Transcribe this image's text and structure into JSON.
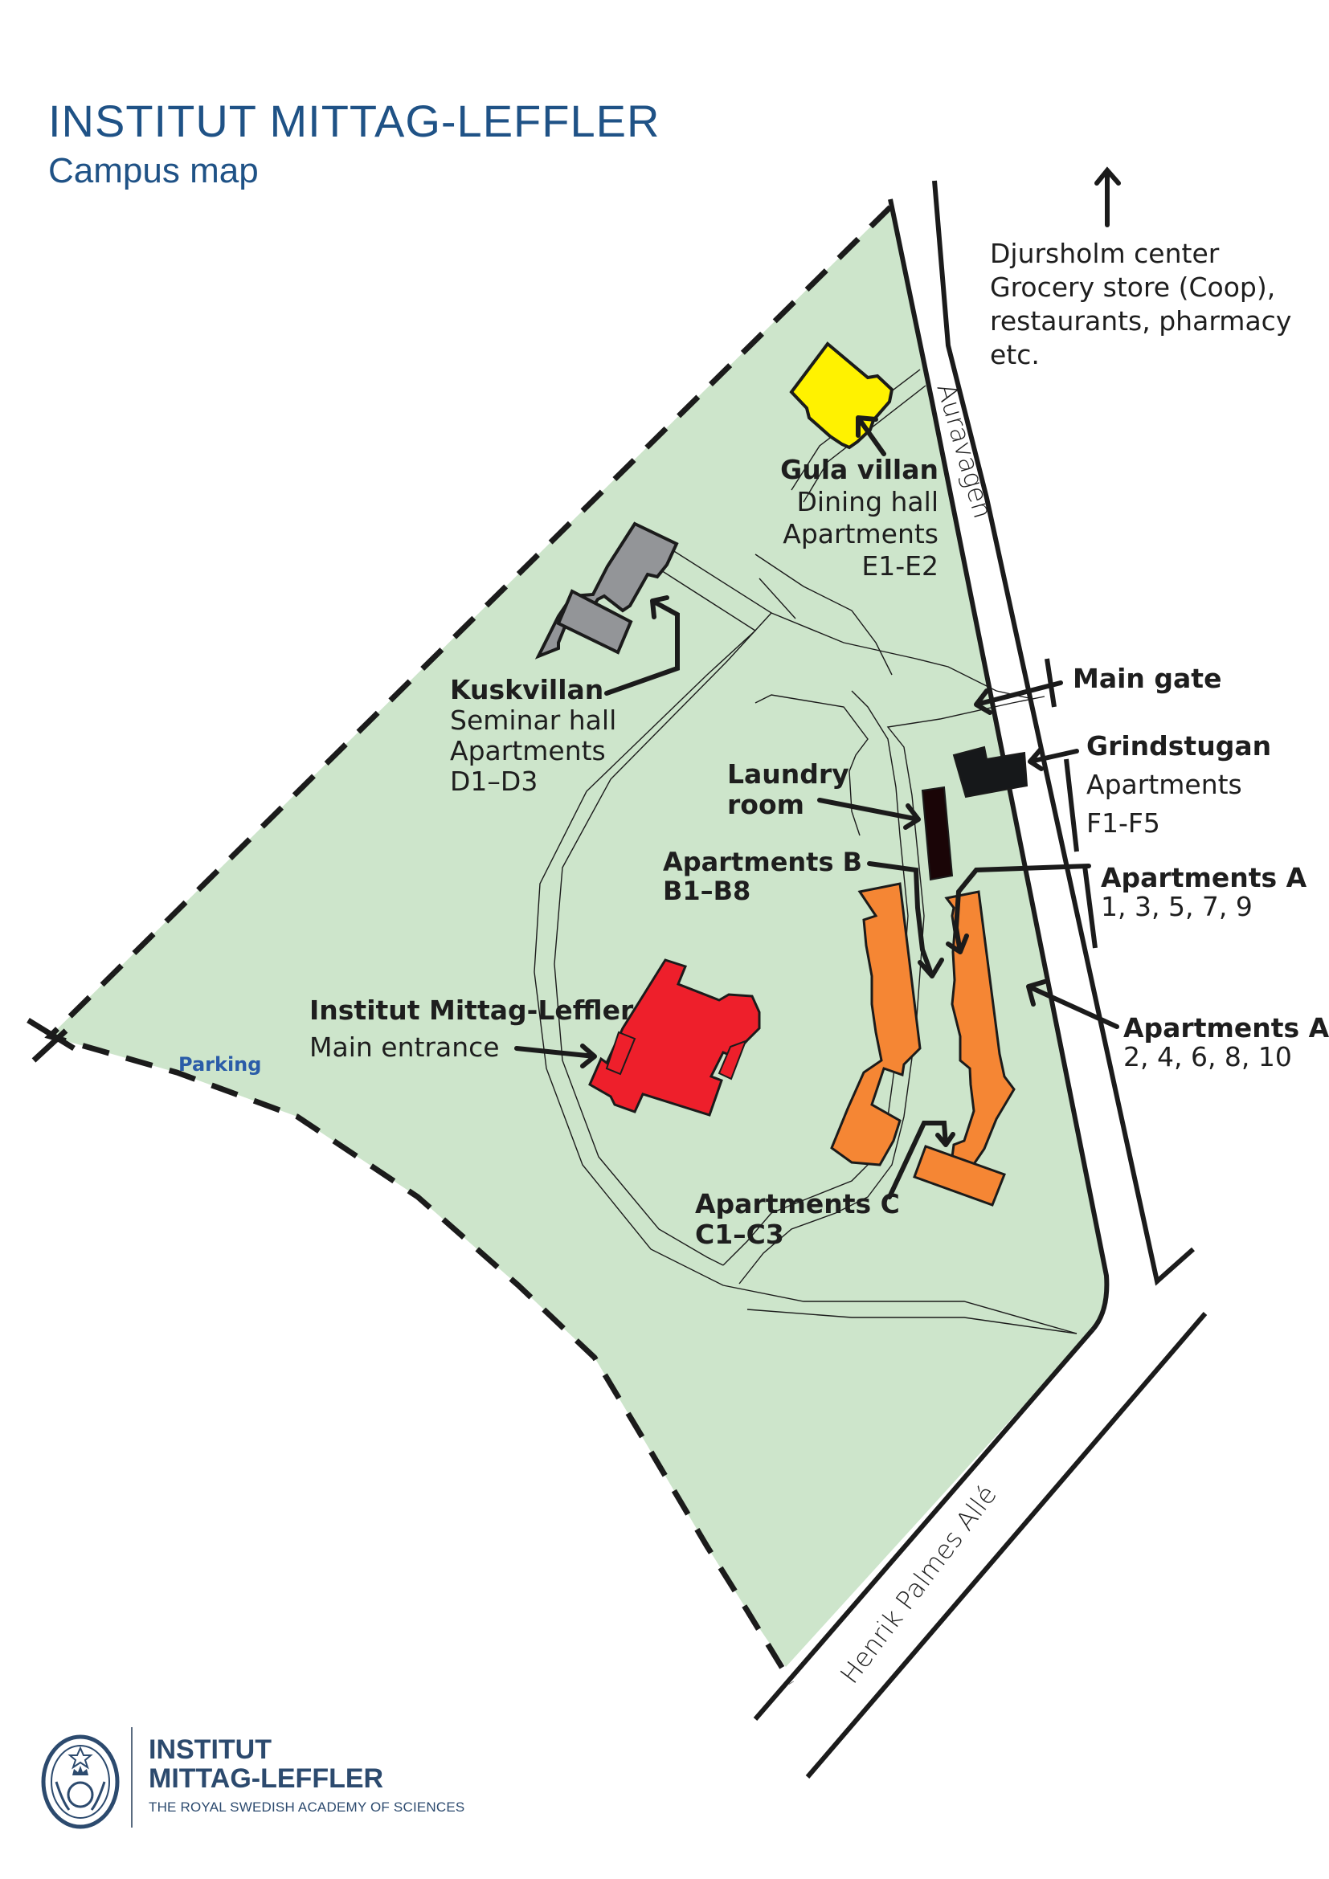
{
  "header": {
    "title": "INSTITUT MITTAG-LEFFLER",
    "subtitle": "Campus map"
  },
  "colors": {
    "title_blue": "#1f5286",
    "campus_green": "#cde5cb",
    "main_building_red": "#ee1f2b",
    "gula_villan_yellow": "#fff200",
    "kuskvillan_grey": "#939598",
    "apartments_orange": "#f58634",
    "laundry_dark": "#1a0507",
    "grindstugan_dark": "#16181a",
    "parking_blue": "#2a5ca8",
    "logo_blue": "#2c4a6e"
  },
  "direction": {
    "arrow": "north-arrow-icon",
    "heading": "Djursholm center",
    "lines": [
      "Grocery store (Coop),",
      "restaurants, pharmacy",
      "etc."
    ]
  },
  "streets": {
    "auravagen": "Auravägen",
    "henrik_palmes": "Henrik Palmes Allé"
  },
  "places": {
    "gula_villan": {
      "name": "Gula villan",
      "lines": [
        "Dining hall",
        "Apartments",
        "E1-E2"
      ]
    },
    "kuskvillan": {
      "name": "Kuskvillan",
      "lines": [
        "Seminar hall",
        "Apartments",
        "D1–D3"
      ]
    },
    "main_gate": {
      "name": "Main gate"
    },
    "grindstugan": {
      "name": "Grindstugan",
      "lines": [
        "Apartments",
        "F1-F5"
      ]
    },
    "laundry": {
      "name": "Laundry",
      "lines": [
        "room"
      ]
    },
    "apartments_b": {
      "name": "Apartments B",
      "lines": [
        "B1–B8"
      ]
    },
    "apartments_a_odd": {
      "name": "Apartments A",
      "lines": [
        "1, 3, 5, 7, 9"
      ]
    },
    "apartments_a_even": {
      "name": "Apartments A",
      "lines": [
        "2, 4, 6, 8, 10"
      ]
    },
    "institute": {
      "name": "Institut Mittag-Leffler",
      "lines": [
        "Main entrance"
      ]
    },
    "apartments_c": {
      "name": "Apartments C",
      "lines": [
        "C1–C3"
      ]
    },
    "parking": {
      "name": "Parking"
    }
  },
  "footer": {
    "logo_icon": "academy-seal-icon",
    "line1": "INSTITUT",
    "line2": "MITTAG-LEFFLER",
    "line3": "THE ROYAL SWEDISH ACADEMY OF SCIENCES"
  }
}
